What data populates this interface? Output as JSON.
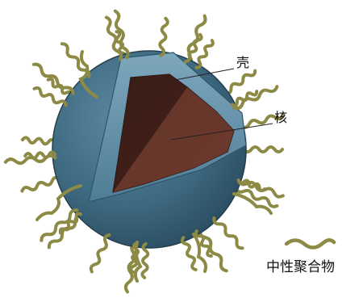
{
  "labels": {
    "shell": "壳",
    "core": "核",
    "polymer": "中性聚合物"
  },
  "colors": {
    "shell": "#3f6b82",
    "core": "#5a2c22",
    "polymer": "#8c8a45",
    "leader": "#222222"
  }
}
